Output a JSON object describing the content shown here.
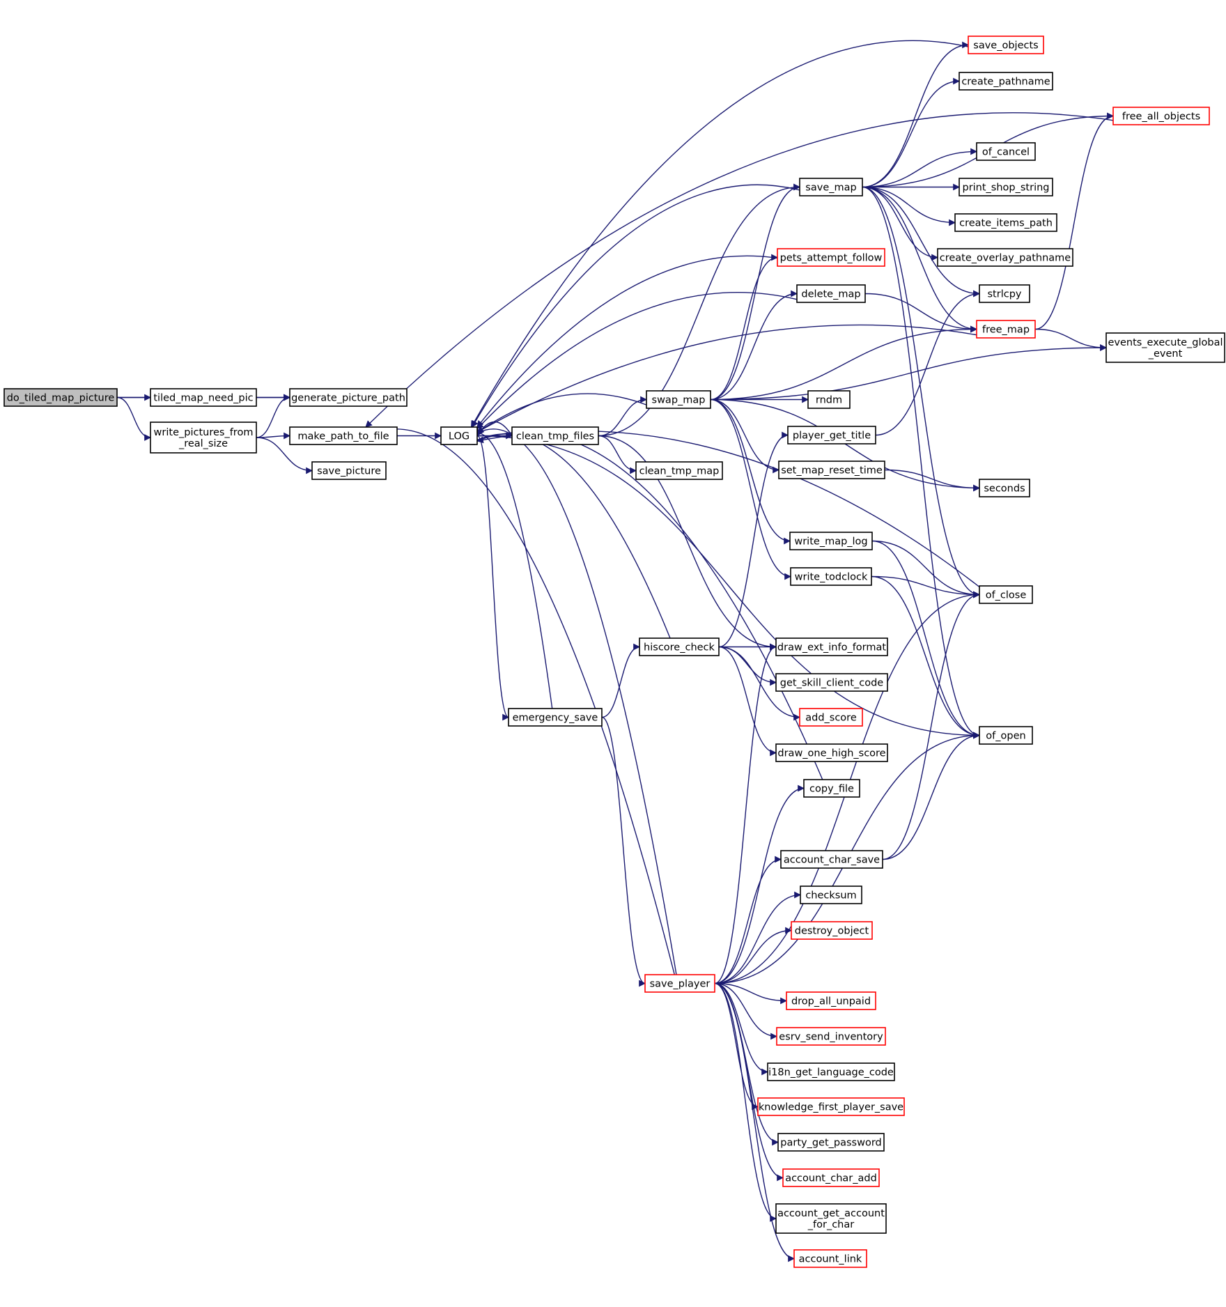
{
  "colors": {
    "edge": "#191970",
    "node_border": "#000000",
    "node_border_incomplete": "#ff0000",
    "root_fill": "#bfbfbf"
  },
  "nodes": {
    "do_tiled_map_picture": "do_tiled_map_picture",
    "tiled_map_need_pic": "tiled_map_need_pic",
    "generate_picture_path": "generate_picture_path",
    "write_pictures_from_real_size": [
      "write_pictures_from",
      "_real_size"
    ],
    "make_path_to_file": "make_path_to_file",
    "save_picture": "save_picture",
    "LOG": "LOG",
    "clean_tmp_files": "clean_tmp_files",
    "clean_tmp_map": "clean_tmp_map",
    "swap_map": "swap_map",
    "save_map": "save_map",
    "save_objects": "save_objects",
    "create_pathname": "create_pathname",
    "free_all_objects": "free_all_objects",
    "of_cancel": "of_cancel",
    "print_shop_string": "print_shop_string",
    "create_items_path": "create_items_path",
    "create_overlay_pathname": "create_overlay_pathname",
    "pets_attempt_follow": "pets_attempt_follow",
    "delete_map": "delete_map",
    "strlcpy": "strlcpy",
    "free_map": "free_map",
    "events_execute_global_event": [
      "events_execute_global",
      "_event"
    ],
    "rndm": "rndm",
    "player_get_title": "player_get_title",
    "set_map_reset_time": "set_map_reset_time",
    "seconds": "seconds",
    "write_map_log": "write_map_log",
    "write_todclock": "write_todclock",
    "of_close": "of_close",
    "hiscore_check": "hiscore_check",
    "draw_ext_info_format": "draw_ext_info_format",
    "get_skill_client_code": "get_skill_client_code",
    "add_score": "add_score",
    "emergency_save": "emergency_save",
    "of_open": "of_open",
    "draw_one_high_score": "draw_one_high_score",
    "copy_file": "copy_file",
    "account_char_save": "account_char_save",
    "checksum": "checksum",
    "destroy_object": "destroy_object",
    "save_player": "save_player",
    "drop_all_unpaid": "drop_all_unpaid",
    "esrv_send_inventory": "esrv_send_inventory",
    "i18n_get_language_code": "i18n_get_language_code",
    "knowledge_first_player_save": "knowledge_first_player_save",
    "party_get_password": "party_get_password",
    "account_char_add": "account_char_add",
    "account_get_account_for_char": [
      "account_get_account",
      "_for_char"
    ],
    "account_link": "account_link"
  },
  "edges": [
    [
      "do_tiled_map_picture",
      "tiled_map_need_pic"
    ],
    [
      "do_tiled_map_picture",
      "generate_picture_path"
    ],
    [
      "do_tiled_map_picture",
      "write_pictures_from_real_size"
    ],
    [
      "tiled_map_need_pic",
      "generate_picture_path"
    ],
    [
      "write_pictures_from_real_size",
      "generate_picture_path"
    ],
    [
      "write_pictures_from_real_size",
      "make_path_to_file"
    ],
    [
      "write_pictures_from_real_size",
      "save_picture"
    ],
    [
      "make_path_to_file",
      "LOG"
    ],
    [
      "LOG",
      "clean_tmp_files"
    ],
    [
      "LOG",
      "emergency_save"
    ],
    [
      "clean_tmp_files",
      "clean_tmp_map"
    ],
    [
      "clean_tmp_files",
      "swap_map"
    ],
    [
      "clean_tmp_files",
      "save_map"
    ],
    [
      "clean_tmp_files",
      "LOG"
    ],
    [
      "clean_tmp_files",
      "draw_ext_info_format"
    ],
    [
      "swap_map",
      "LOG"
    ],
    [
      "swap_map",
      "save_map"
    ],
    [
      "swap_map",
      "pets_attempt_follow"
    ],
    [
      "swap_map",
      "delete_map"
    ],
    [
      "swap_map",
      "free_map"
    ],
    [
      "swap_map",
      "events_execute_global_event"
    ],
    [
      "swap_map",
      "rndm"
    ],
    [
      "swap_map",
      "set_map_reset_time"
    ],
    [
      "swap_map",
      "seconds"
    ],
    [
      "swap_map",
      "write_map_log"
    ],
    [
      "swap_map",
      "write_todclock"
    ],
    [
      "save_map",
      "LOG"
    ],
    [
      "save_map",
      "save_objects"
    ],
    [
      "save_map",
      "create_pathname"
    ],
    [
      "save_map",
      "free_all_objects"
    ],
    [
      "save_map",
      "of_cancel"
    ],
    [
      "save_map",
      "print_shop_string"
    ],
    [
      "save_map",
      "create_items_path"
    ],
    [
      "save_map",
      "create_overlay_pathname"
    ],
    [
      "save_map",
      "strlcpy"
    ],
    [
      "save_map",
      "free_map"
    ],
    [
      "save_map",
      "of_close"
    ],
    [
      "save_map",
      "of_open"
    ],
    [
      "save_objects",
      "LOG"
    ],
    [
      "free_all_objects",
      "make_path_to_file"
    ],
    [
      "delete_map",
      "free_map"
    ],
    [
      "delete_map",
      "LOG"
    ],
    [
      "pets_attempt_follow",
      "LOG"
    ],
    [
      "free_map",
      "free_all_objects"
    ],
    [
      "free_map",
      "events_execute_global_event"
    ],
    [
      "free_map",
      "LOG"
    ],
    [
      "player_get_title",
      "strlcpy"
    ],
    [
      "set_map_reset_time",
      "seconds"
    ],
    [
      "write_map_log",
      "of_close"
    ],
    [
      "write_map_log",
      "of_open"
    ],
    [
      "write_todclock",
      "of_close"
    ],
    [
      "write_todclock",
      "of_open"
    ],
    [
      "of_close",
      "LOG"
    ],
    [
      "hiscore_check",
      "LOG"
    ],
    [
      "hiscore_check",
      "player_get_title"
    ],
    [
      "hiscore_check",
      "draw_ext_info_format"
    ],
    [
      "hiscore_check",
      "get_skill_client_code"
    ],
    [
      "hiscore_check",
      "add_score"
    ],
    [
      "hiscore_check",
      "draw_one_high_score"
    ],
    [
      "emergency_save",
      "hiscore_check"
    ],
    [
      "emergency_save",
      "LOG"
    ],
    [
      "emergency_save",
      "save_player"
    ],
    [
      "copy_file",
      "LOG"
    ],
    [
      "account_char_save",
      "of_close"
    ],
    [
      "account_char_save",
      "of_open"
    ],
    [
      "save_player",
      "LOG"
    ],
    [
      "save_player",
      "make_path_to_file"
    ],
    [
      "save_player",
      "draw_ext_info_format"
    ],
    [
      "save_player",
      "copy_file"
    ],
    [
      "save_player",
      "account_char_save"
    ],
    [
      "save_player",
      "checksum"
    ],
    [
      "save_player",
      "destroy_object"
    ],
    [
      "save_player",
      "drop_all_unpaid"
    ],
    [
      "save_player",
      "esrv_send_inventory"
    ],
    [
      "save_player",
      "i18n_get_language_code"
    ],
    [
      "save_player",
      "knowledge_first_player_save"
    ],
    [
      "save_player",
      "party_get_password"
    ],
    [
      "save_player",
      "account_char_add"
    ],
    [
      "save_player",
      "account_get_account_for_char"
    ],
    [
      "save_player",
      "account_link"
    ],
    [
      "save_player",
      "of_close"
    ],
    [
      "save_player",
      "of_open"
    ],
    [
      "LOG",
      "of_open"
    ]
  ]
}
